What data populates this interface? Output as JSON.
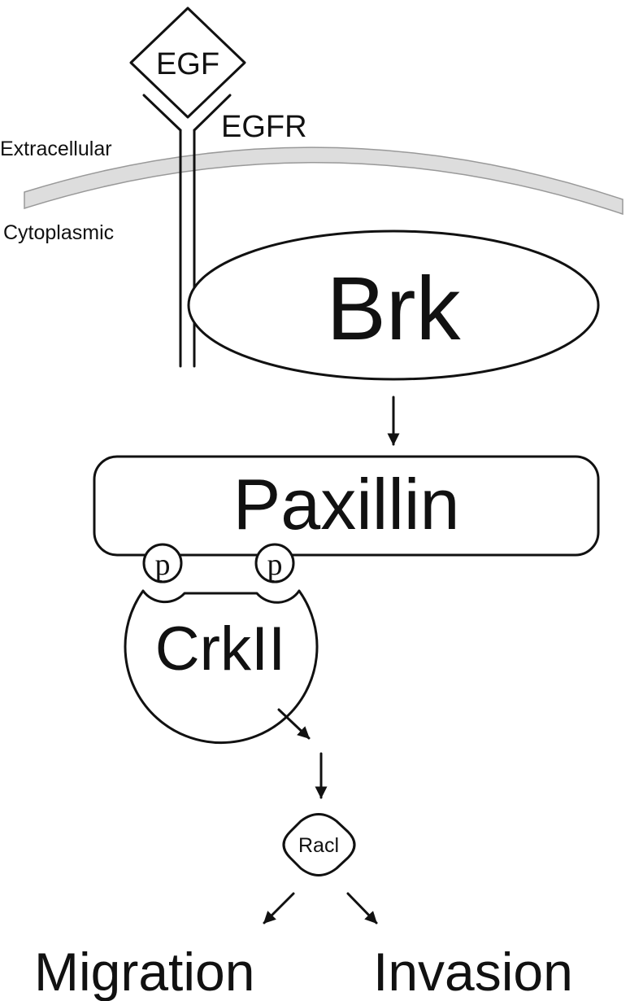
{
  "labels": {
    "egf": "EGF",
    "egfr": "EGFR",
    "extracellular": "Extracellular",
    "cytoplasmic": "Cytoplasmic",
    "brk": "Brk",
    "paxillin": "Paxillin",
    "phospho": "p",
    "crkii": "CrkII",
    "rac1": "Racl",
    "migration": "Migration",
    "invasion": "Invasion"
  },
  "colors": {
    "membrane": "#dddddd",
    "line": "#111111",
    "background": "#ffffff"
  }
}
